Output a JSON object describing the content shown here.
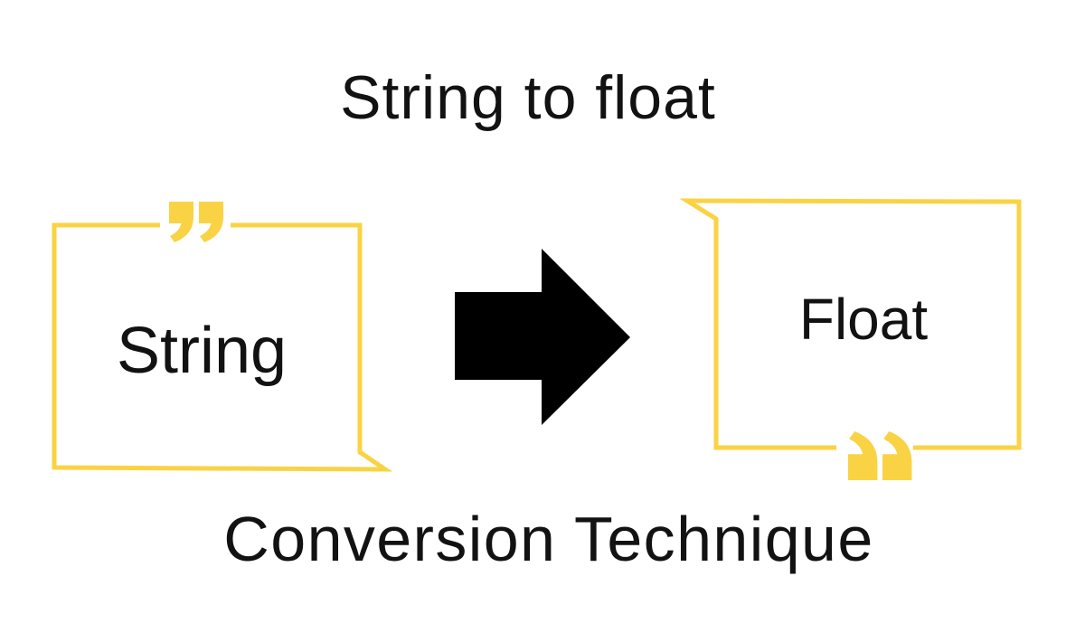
{
  "diagram": {
    "title": "String to float",
    "subtitle": "Conversion Technique",
    "source_box": {
      "label": "String",
      "quote_icon": "closing-double-quote",
      "quote_position": "top-center",
      "corner_flap": "bottom-right"
    },
    "target_box": {
      "label": "Float",
      "quote_icon": "opening-double-quote",
      "quote_position": "bottom-center",
      "corner_flap": "top-left"
    },
    "arrow": {
      "icon": "right-arrow",
      "direction": "right"
    },
    "colors": {
      "accent_yellow": "#F9D344",
      "arrow_black": "#000000",
      "text_black": "#121212",
      "background": "#FFFFFF"
    }
  }
}
